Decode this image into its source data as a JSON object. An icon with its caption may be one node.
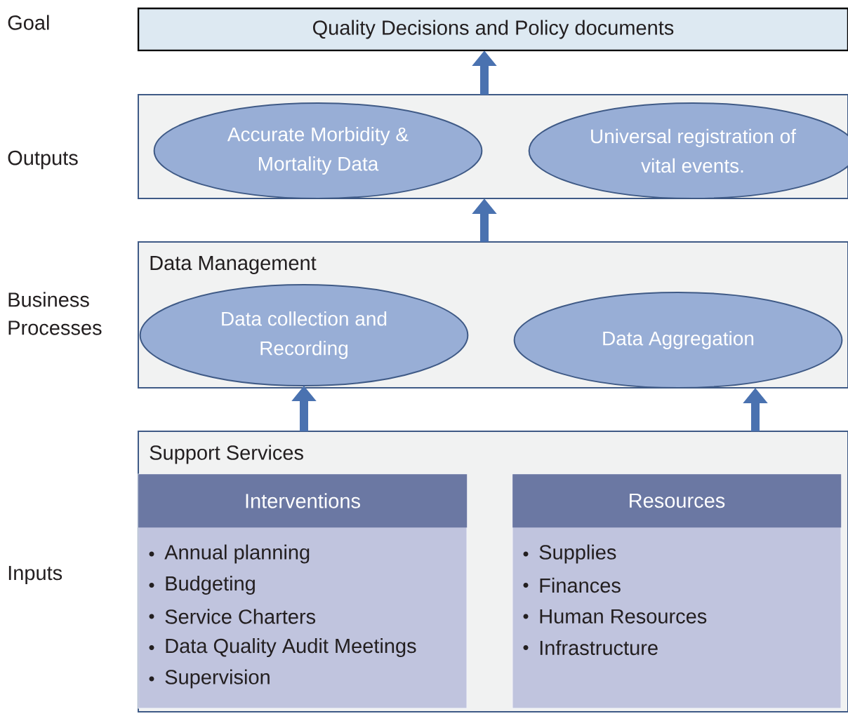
{
  "diagram": {
    "nodes": [
      {
        "text": [
          "Quality Decisions and Policy documents"
        ]
      },
      {
        "text": [],
        "shape": "box"
      },
      {
        "text": [
          "Accurate Morbidity & Mortality Data"
        ],
        "in": 1
      },
      {
        "text": [
          "Universal registration of vital events."
        ],
        "in": 1
      },
      {
        "text": [
          "Data Management"
        ]
      },
      {
        "text": [
          "Data collection and Recording"
        ],
        "in": 4
      },
      {
        "text": [
          "Data Aggregation"
        ],
        "in": 4
      },
      {
        "text": [
          "Support Services"
        ]
      },
      {
        "text": [
          "Interventions",
          "Annual planning",
          "Budgeting",
          "Service Charters",
          "Data Quality Audit Meetings",
          "Supervision"
        ],
        "in": 7
      },
      {
        "text": [
          "Resources",
          "Supplies",
          "Finances",
          "Human Resources",
          "Infrastructure"
        ],
        "in": 7
      }
    ],
    "edges": [
      {
        "from": 1,
        "to": 0,
        "arrow": "to"
      },
      {
        "from": 4,
        "to": 1,
        "arrow": "to"
      },
      {
        "from": 7,
        "to": 5,
        "arrow": "to"
      },
      {
        "from": 7,
        "to": 6,
        "arrow": "to"
      }
    ],
    "labels": [
      "Goal",
      "Outputs",
      "Business Processes",
      "Inputs"
    ]
  }
}
